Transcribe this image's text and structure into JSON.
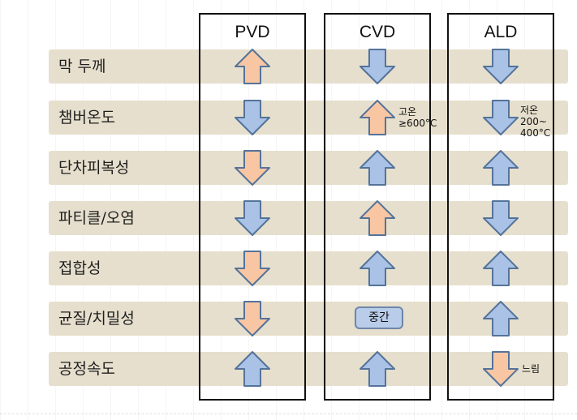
{
  "columns": [
    {
      "label": "PVD"
    },
    {
      "label": "CVD"
    },
    {
      "label": "ALD"
    }
  ],
  "rows": [
    {
      "label": "막 두께",
      "cells": [
        {
          "dir": "up",
          "color": "orange"
        },
        {
          "dir": "down",
          "color": "blue"
        },
        {
          "dir": "down",
          "color": "blue"
        }
      ]
    },
    {
      "label": "챔버온도",
      "cells": [
        {
          "dir": "down",
          "color": "blue"
        },
        {
          "dir": "up",
          "color": "orange",
          "note": "고온\n≥600°C"
        },
        {
          "dir": "down",
          "color": "blue",
          "note": "저온\n200~\n400°C"
        }
      ]
    },
    {
      "label": "단차피복성",
      "cells": [
        {
          "dir": "down",
          "color": "orange"
        },
        {
          "dir": "up",
          "color": "blue"
        },
        {
          "dir": "up",
          "color": "blue"
        }
      ]
    },
    {
      "label": "파티클/오염",
      "cells": [
        {
          "dir": "down",
          "color": "blue"
        },
        {
          "dir": "up",
          "color": "orange"
        },
        {
          "dir": "down",
          "color": "blue"
        }
      ]
    },
    {
      "label": "접합성",
      "cells": [
        {
          "dir": "down",
          "color": "orange"
        },
        {
          "dir": "up",
          "color": "blue"
        },
        {
          "dir": "up",
          "color": "blue"
        }
      ]
    },
    {
      "label": "균질/치밀성",
      "cells": [
        {
          "dir": "down",
          "color": "orange"
        },
        {
          "dir": "badge",
          "text": "중간"
        },
        {
          "dir": "up",
          "color": "blue"
        }
      ]
    },
    {
      "label": "공정속도",
      "cells": [
        {
          "dir": "up",
          "color": "blue"
        },
        {
          "dir": "up",
          "color": "blue"
        },
        {
          "dir": "down",
          "color": "orange",
          "note": "느림"
        }
      ]
    }
  ],
  "colors": {
    "orange_fill": "#f9c6a3",
    "blue_fill": "#a9c2e6",
    "arrow_stroke": "#54739a",
    "row_band": "#e6dfcd"
  }
}
